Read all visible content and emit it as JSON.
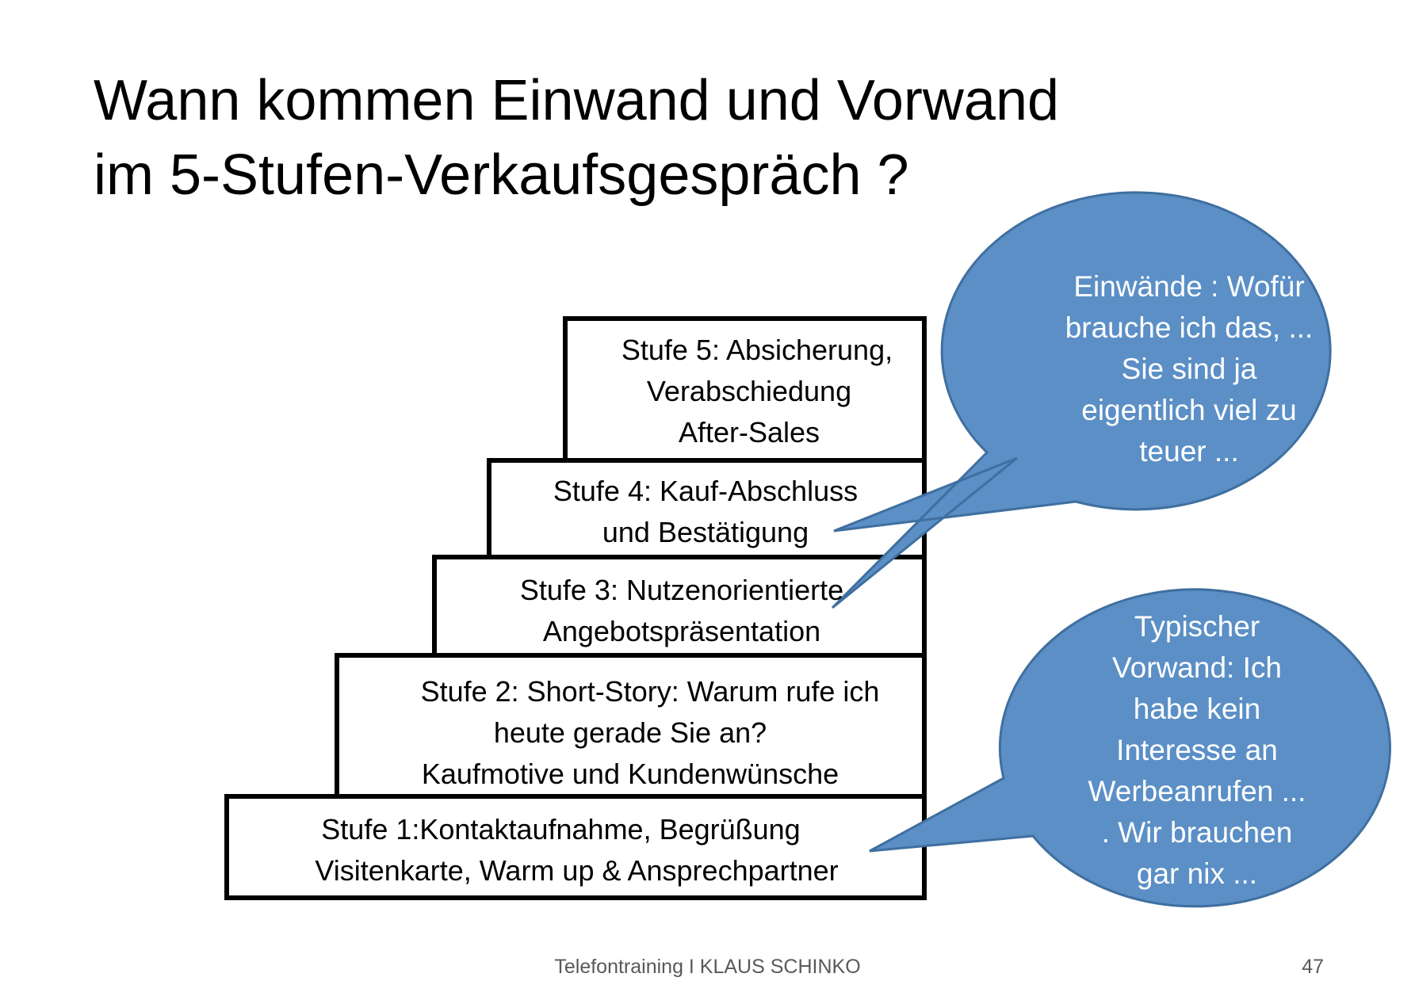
{
  "title": {
    "line1": "Wann kommen Einwand und Vorwand",
    "line2": "im 5-Stufen-Verkaufsgespräch ?"
  },
  "steps": [
    {
      "line1": "Stufe 5: Absicherung,",
      "line2": "Verabschiedung",
      "line3": "After-Sales"
    },
    {
      "line1": "Stufe 4: Kauf-Abschluss",
      "line2": "und Bestätigung"
    },
    {
      "line1": "Stufe 3: Nutzenorientierte",
      "line2": "Angebotspräsentation"
    },
    {
      "line1": "Stufe 2: Short-Story: Warum rufe ich",
      "line2": "heute gerade Sie an?",
      "line3": "Kaufmotive und Kundenwünsche"
    },
    {
      "line1": "Stufe 1:Kontaktaufnahme, Begrüßung",
      "line2": "Visitenkarte, Warm up & Ansprechpartner"
    }
  ],
  "bubbles": {
    "einwaende": {
      "lines": [
        "Einwände : Wofür",
        "brauche ich das, ...",
        "Sie sind ja",
        "eigentlich viel zu",
        "teuer ..."
      ]
    },
    "vorwand": {
      "lines": [
        "Typischer",
        "Vorwand: Ich",
        "habe kein",
        "Interesse an",
        "Werbeanrufen ...",
        ". Wir brauchen",
        "gar nix ..."
      ]
    }
  },
  "colors": {
    "bubble_fill": "#5b8fc6",
    "bubble_stroke": "#3f6f9f",
    "bubble_text": "#ffffff"
  },
  "footer": {
    "text": "Telefontraining I KLAUS SCHINKO",
    "page": "47"
  }
}
